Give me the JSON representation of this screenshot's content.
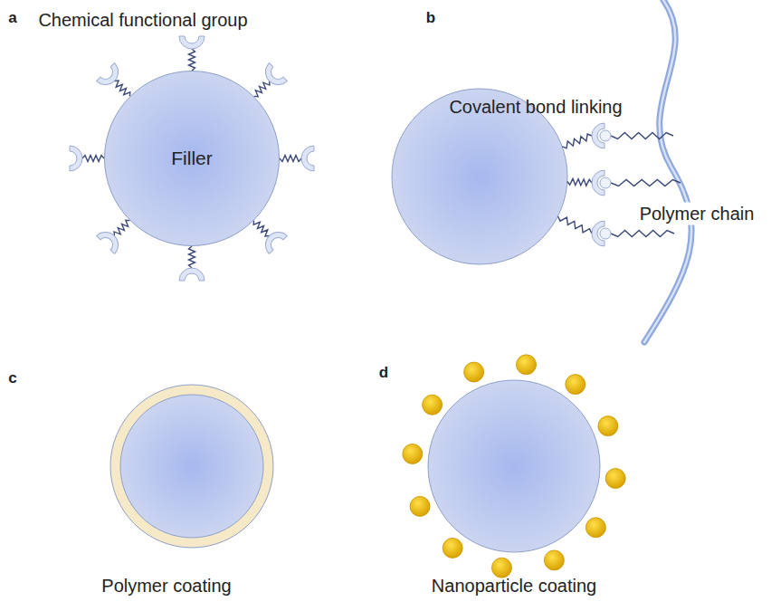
{
  "diagram": {
    "nodes": [
      {
        "text": [
          "Filler"
        ]
      }
    ],
    "labels": [
      "a",
      "Chemical functional group",
      "b",
      "Covalent bond linking",
      "Polymer chain",
      "c",
      "Polymer coating",
      "d",
      "Nanoparticle coating"
    ]
  }
}
